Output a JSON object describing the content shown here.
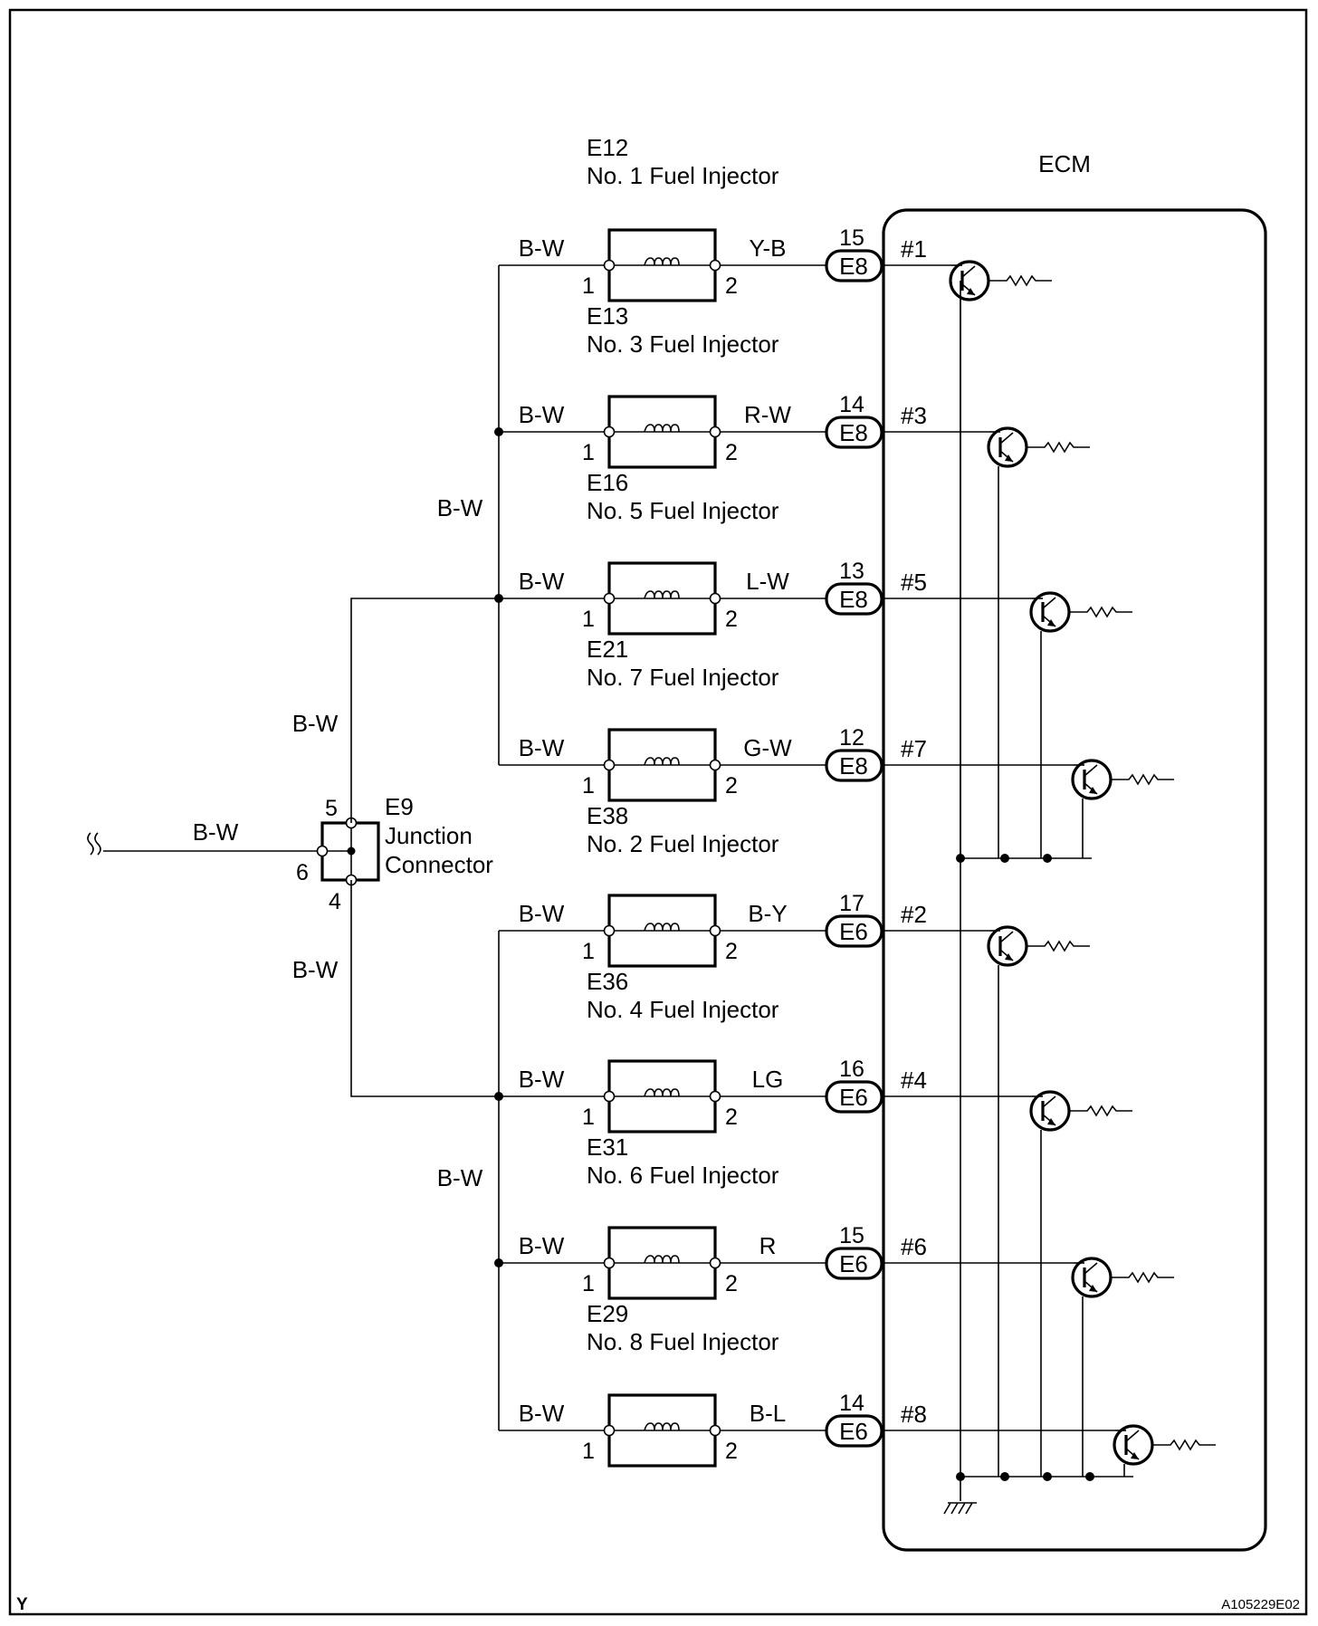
{
  "ecm": {
    "title": "ECM"
  },
  "junction": {
    "id": "E9",
    "name_line1": "Junction",
    "name_line2": "Connector",
    "pin_top": "5",
    "pin_left": "6",
    "pin_bottom": "4",
    "feed_wire": "B-W",
    "upper_wire": "B-W",
    "lower_wire": "B-W"
  },
  "bus": {
    "upper_label": "B-W",
    "lower_label": "B-W"
  },
  "injectors": [
    {
      "id": "E12",
      "name": "No. 1 Fuel Injector",
      "in_wire": "B-W",
      "out_wire": "Y-B",
      "pin_in": "1",
      "pin_out": "2",
      "ecm_pin": "15",
      "ecm_connector": "E8",
      "ecm_signal": "#1"
    },
    {
      "id": "E13",
      "name": "No. 3 Fuel Injector",
      "in_wire": "B-W",
      "out_wire": "R-W",
      "pin_in": "1",
      "pin_out": "2",
      "ecm_pin": "14",
      "ecm_connector": "E8",
      "ecm_signal": "#3"
    },
    {
      "id": "E16",
      "name": "No. 5 Fuel Injector",
      "in_wire": "B-W",
      "out_wire": "L-W",
      "pin_in": "1",
      "pin_out": "2",
      "ecm_pin": "13",
      "ecm_connector": "E8",
      "ecm_signal": "#5"
    },
    {
      "id": "E21",
      "name": "No. 7 Fuel Injector",
      "in_wire": "B-W",
      "out_wire": "G-W",
      "pin_in": "1",
      "pin_out": "2",
      "ecm_pin": "12",
      "ecm_connector": "E8",
      "ecm_signal": "#7"
    },
    {
      "id": "E38",
      "name": "No. 2 Fuel Injector",
      "in_wire": "B-W",
      "out_wire": "B-Y",
      "pin_in": "1",
      "pin_out": "2",
      "ecm_pin": "17",
      "ecm_connector": "E6",
      "ecm_signal": "#2"
    },
    {
      "id": "E36",
      "name": "No. 4 Fuel Injector",
      "in_wire": "B-W",
      "out_wire": "LG",
      "pin_in": "1",
      "pin_out": "2",
      "ecm_pin": "16",
      "ecm_connector": "E6",
      "ecm_signal": "#4"
    },
    {
      "id": "E31",
      "name": "No. 6 Fuel Injector",
      "in_wire": "B-W",
      "out_wire": "R",
      "pin_in": "1",
      "pin_out": "2",
      "ecm_pin": "15",
      "ecm_connector": "E6",
      "ecm_signal": "#6"
    },
    {
      "id": "E29",
      "name": "No. 8 Fuel Injector",
      "in_wire": "B-W",
      "out_wire": "B-L",
      "pin_in": "1",
      "pin_out": "2",
      "ecm_pin": "14",
      "ecm_connector": "E6",
      "ecm_signal": "#8"
    }
  ],
  "corner_mark": "Y",
  "figure_code": "A105229E02"
}
